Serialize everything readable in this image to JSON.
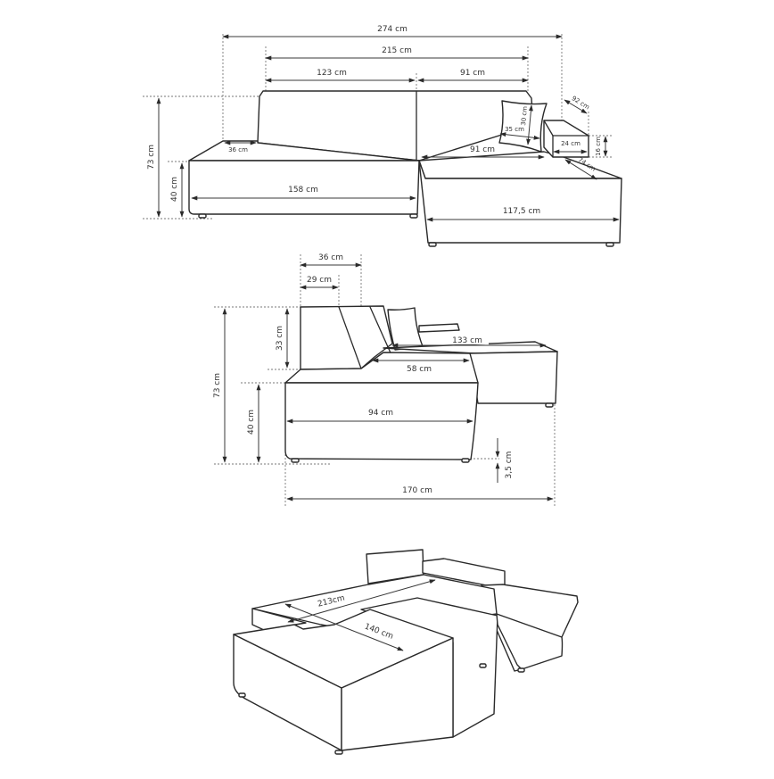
{
  "colors": {
    "background": "#ffffff",
    "line": "#2a2a2a",
    "dimension": "#3a3a3a",
    "guide": "#777777",
    "text": "#333333"
  },
  "front_view": {
    "total_width": "274 cm",
    "back_width": "215 cm",
    "back_left": "123 cm",
    "back_right": "91 cm",
    "total_height": "73 cm",
    "seat_height": "40 cm",
    "armrest_depth": "36 cm",
    "seat_width": "158 cm",
    "chaise_inner": "91 cm",
    "chaise_width": "117,5 cm",
    "pillow_height": "30 cm",
    "pillow_width": "35 cm",
    "bolster_angle": "92 cm",
    "bolster_width": "24 cm",
    "bolster_height": "16 cm",
    "bolster_length": "74 cm"
  },
  "side_view": {
    "back_depth_top": "36 cm",
    "back_depth": "29 cm",
    "back_height": "33 cm",
    "total_height": "73 cm",
    "seat_height": "40 cm",
    "chaise_depth": "133 cm",
    "seat_depth_inner": "58 cm",
    "seat_depth": "94 cm",
    "leg_height": "3,5 cm",
    "total_depth": "170 cm"
  },
  "bed_view": {
    "bed_length": "213cm",
    "bed_width": "140 cm"
  }
}
